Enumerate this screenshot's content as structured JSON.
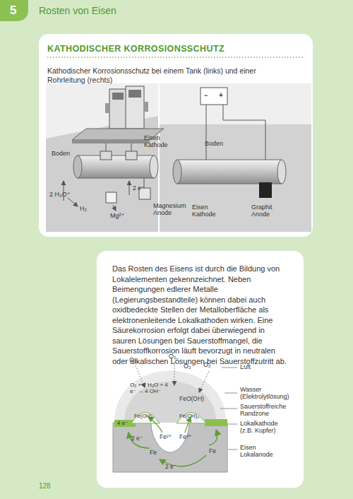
{
  "diagram": {
    "nodes": [
      {
        "text": [
          "KATHODISCHER KORROSIONSSCHUTZ",
          "Kathodischer Korrosionsschutz bei einem Tank (links) und einer Rohrleitung (rechts)"
        ]
      },
      {
        "text": [
          "Das Rosten des Eisens ist durch die Bildung von Lokalelementen gekennzeichnet. Neben Beimengungen edlerer Metalle (Legierungsbestandteile) können dabei auch oxidbedeckte Stellen der Metalloberfläche als elektronenleitende Lokalkathoden wirken. Eine Säurekorrosion erfolgt dabei überwiegend in sauren Lösungen bei Sauerstoffmangel, die Sauerstoffkorrosion läuft bevorzugt in neutralen oder alkalischen Lösungen bei Sauerstoffzutritt ab."
        ]
      }
    ],
    "labels": [
      "5",
      "Rosten von Eisen",
      "Boden",
      "Eisen Kathode",
      "2 e⁻",
      "2 H₃O⁺",
      "H₂",
      "Mg²⁺",
      "Magnesium Anode",
      "Boden",
      "−",
      "+",
      "Eisen Kathode",
      "Graphit Anode",
      "O₂",
      "O₂",
      "O₂",
      "O₂",
      "Luft",
      "O₂ + 2 H₂O + 4 e⁻ → 4 OH⁻",
      "FeO(OH)",
      "Wasser (Elektrolytlösung)",
      "Sauerstoffreiche Randzone",
      "Fe(OH)₂",
      "Fe(OH)₃",
      "4 e⁻",
      "Lokalkathode (z.B. Kupfer)",
      "2 e⁻",
      "Fe²⁺",
      "Fe³⁺",
      "Fe",
      "Fe",
      "Eisen Lokalanode",
      "2 e⁻",
      "128"
    ]
  }
}
